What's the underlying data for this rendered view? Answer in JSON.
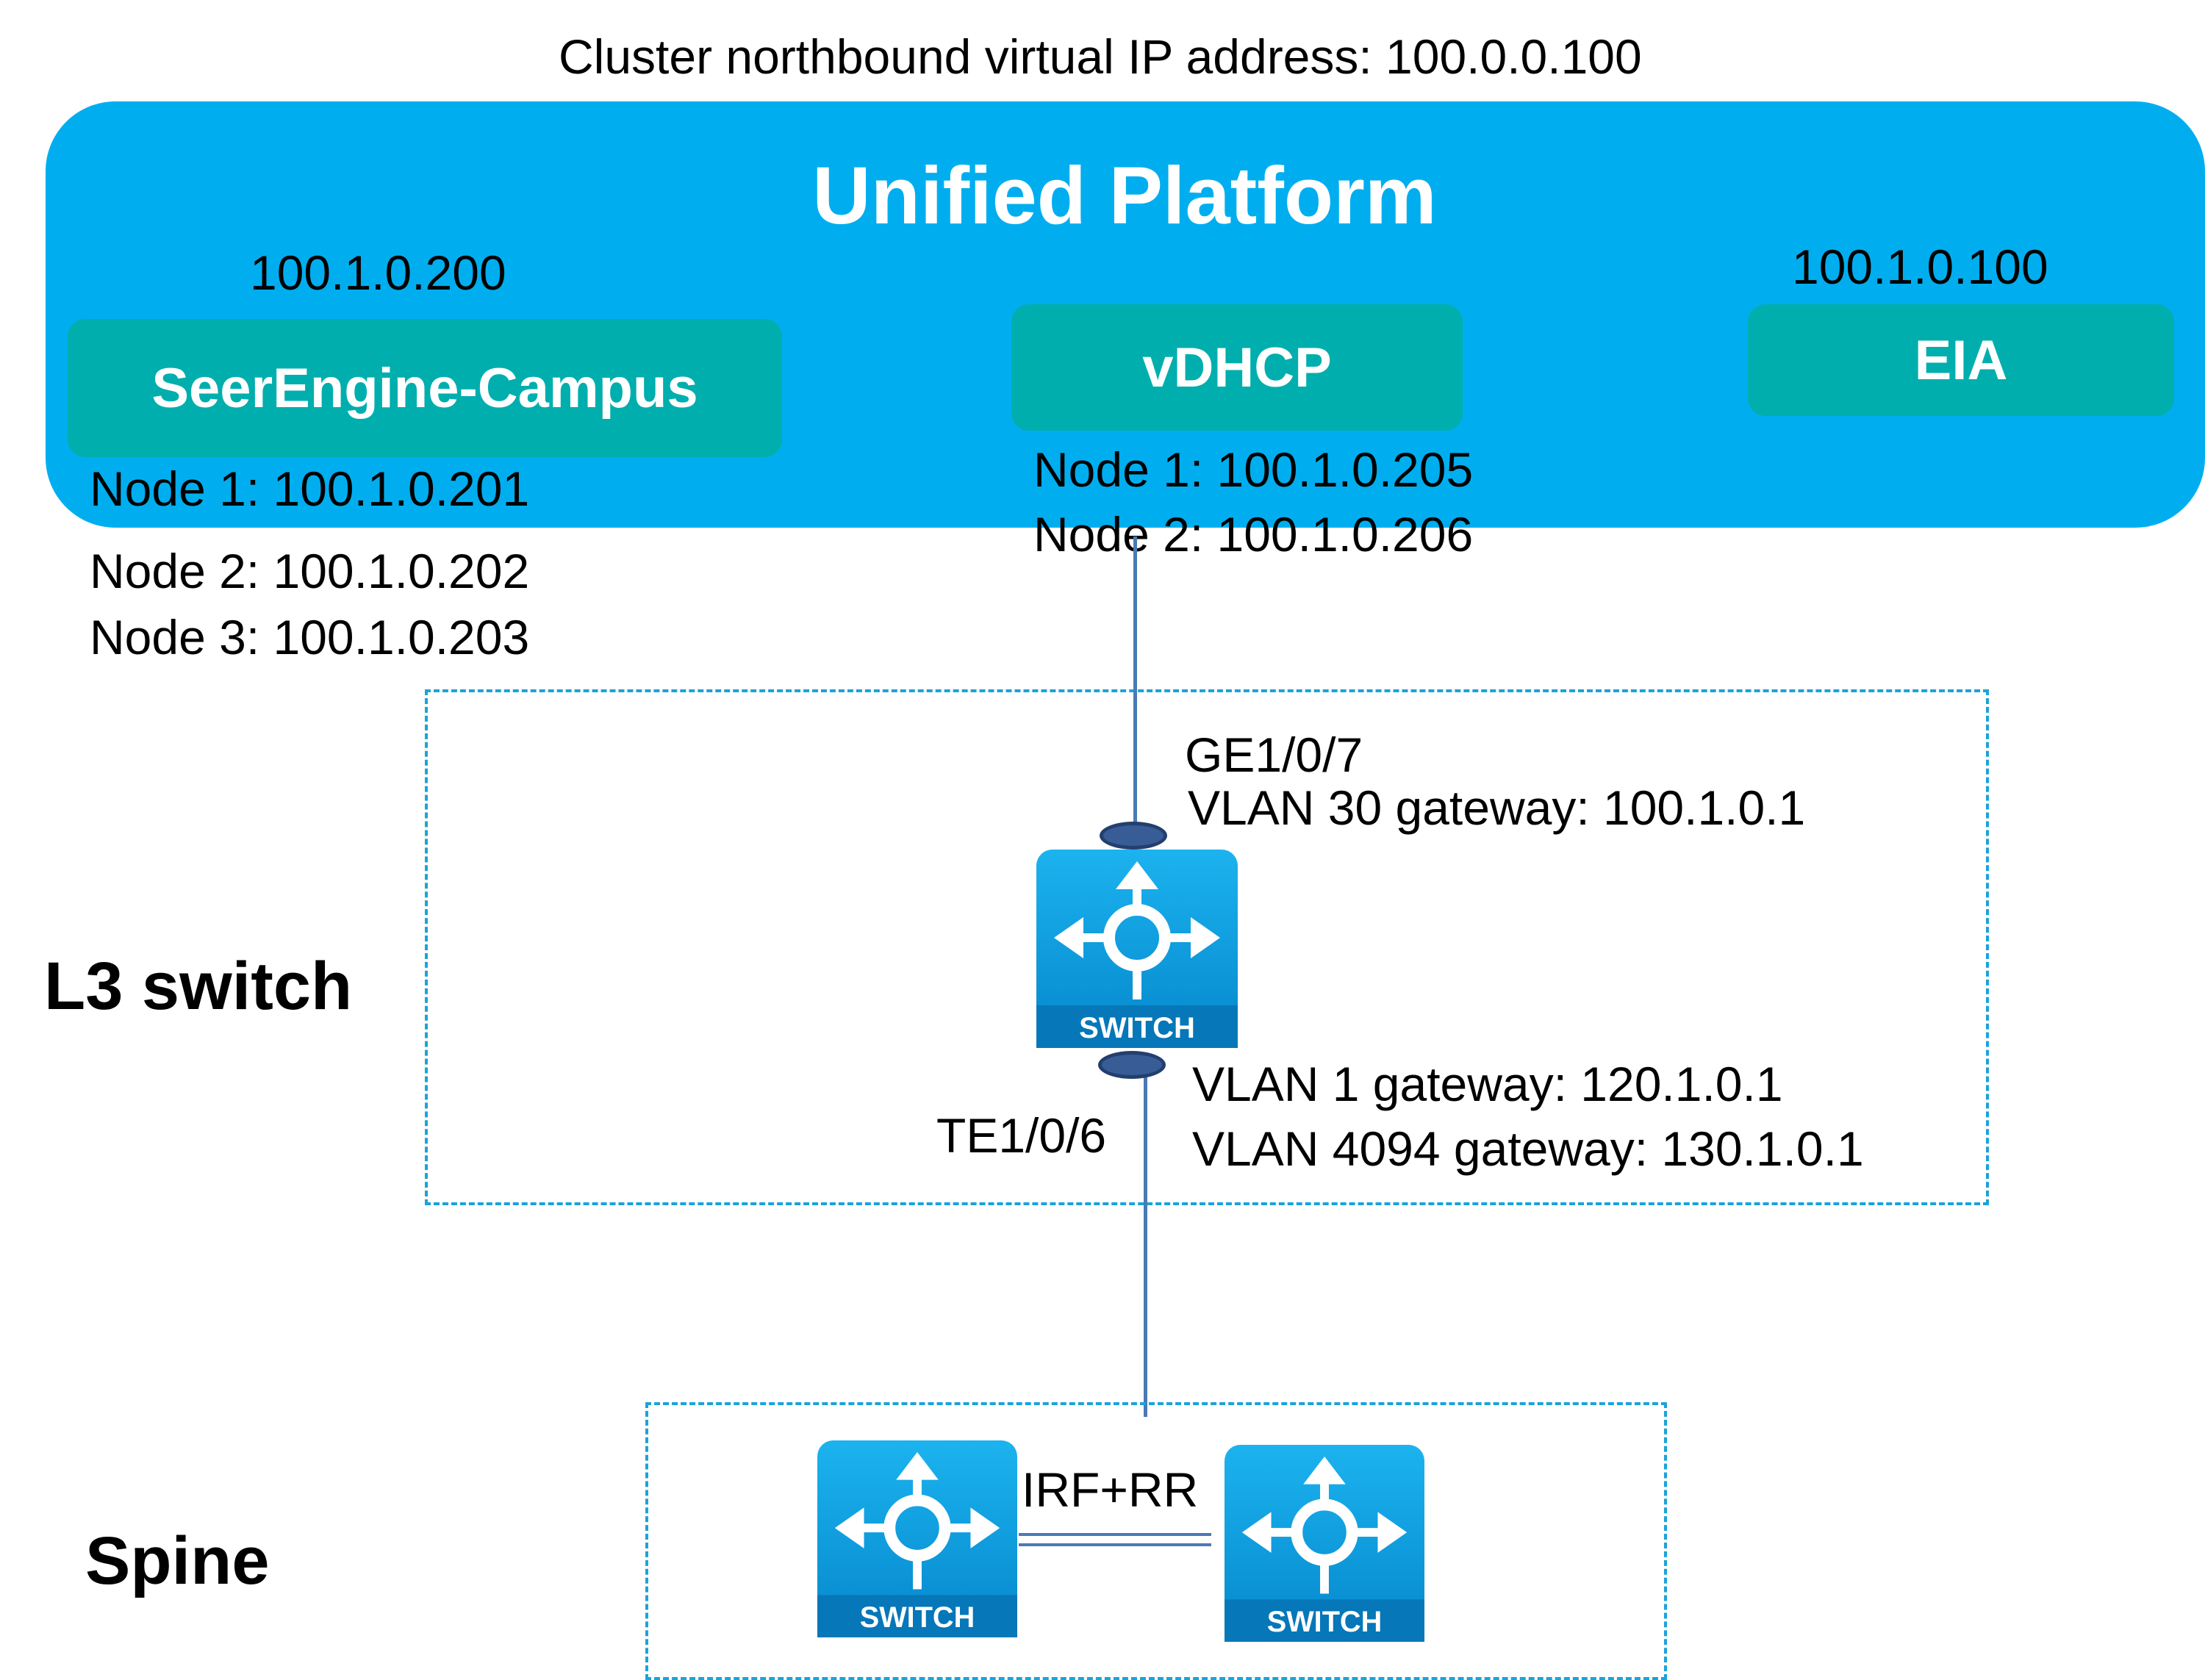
{
  "cluster_vip_label": "Cluster northbound virtual IP address: 100.0.0.100",
  "platform": {
    "title": "Unified Platform",
    "modules": {
      "seerengine": {
        "name": "SeerEngine-Campus",
        "vip": "100.1.0.200",
        "nodes": [
          "Node 1: 100.1.0.201",
          "Node 2: 100.1.0.202",
          "Node 3: 100.1.0.203"
        ]
      },
      "vdhcp": {
        "name": "vDHCP",
        "nodes": [
          "Node 1: 100.1.0.205",
          "Node 2: 100.1.0.206"
        ]
      },
      "eia": {
        "name": "EIA",
        "vip": "100.1.0.100"
      }
    }
  },
  "l3_switch": {
    "label": "L3 switch",
    "uplink_port": "GE1/0/7",
    "uplink_gateway": "VLAN 30 gateway: 100.1.0.1",
    "downlink_port": "TE1/0/6",
    "downlink_gateways": [
      "VLAN 1 gateway: 120.1.0.1",
      "VLAN 4094 gateway: 130.1.0.1"
    ],
    "device_label": "SWITCH"
  },
  "spine": {
    "label": "Spine",
    "link_label": "IRF+RR",
    "device_label": "SWITCH"
  },
  "colors": {
    "platform": "#00aeef",
    "module": "#00aeae",
    "link": "#4a7ab5",
    "zone_border": "#1ba3d9",
    "switch_body": "#0a9ad8"
  }
}
